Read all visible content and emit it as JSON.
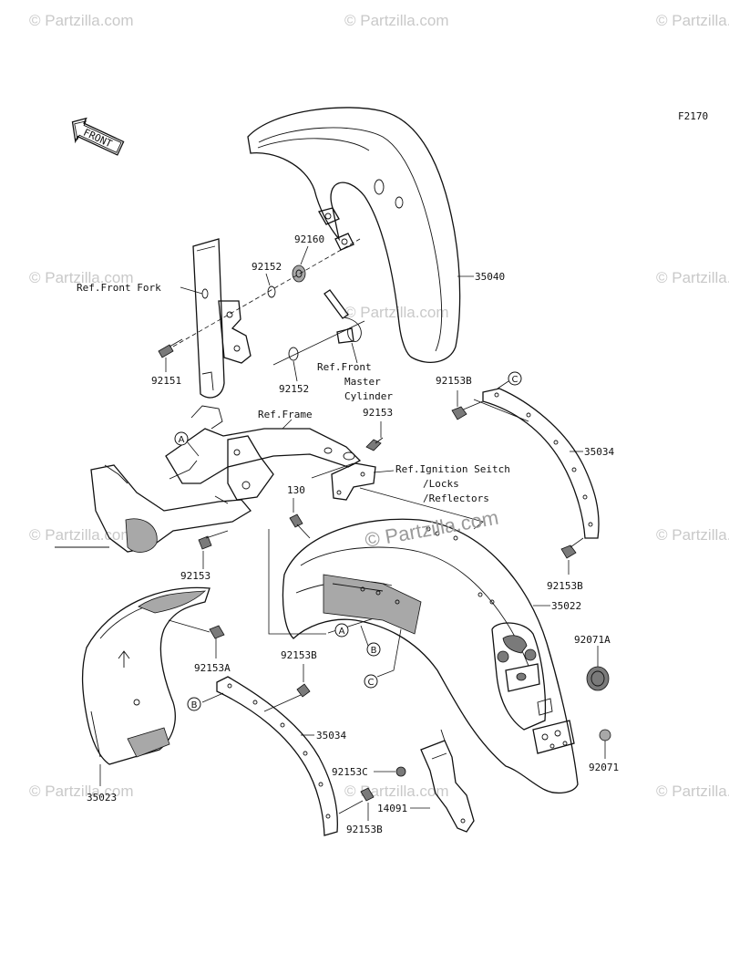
{
  "figure_code": "F2170",
  "front_label": "FRONT",
  "watermark": "© Partzilla.com",
  "center_watermark": "© Partzilla.com",
  "labels": {
    "p35040": "35040",
    "p92160": "92160",
    "p92152a": "92152",
    "p92152b": "92152",
    "p92151": "92151",
    "ref_front_fork": "Ref.Front Fork",
    "ref_master_1": "Ref.Front",
    "ref_master_2": "Master",
    "ref_master_3": "Cylinder",
    "ref_frame": "Ref.Frame",
    "p92153_top": "92153",
    "p92153_left": "92153",
    "ref_ign_1": "Ref.Ignition Seitch",
    "ref_ign_2": "/Locks",
    "ref_ign_3": "/Reflectors",
    "p130": "130",
    "p92153B_tr": "92153B",
    "p35034_r": "35034",
    "p92153B_r": "92153B",
    "p35022": "35022",
    "p92071A": "92071A",
    "p92071": "92071",
    "p92153A": "92153A",
    "p92153B_mid": "92153B",
    "p35034_l": "35034",
    "p92153C": "92153C",
    "p14091": "14091",
    "p92153B_bot": "92153B",
    "p35023": "35023"
  },
  "callouts": {
    "a1": "A",
    "a2": "A",
    "b1": "B",
    "b2": "B",
    "c1": "C",
    "c2": "C"
  }
}
